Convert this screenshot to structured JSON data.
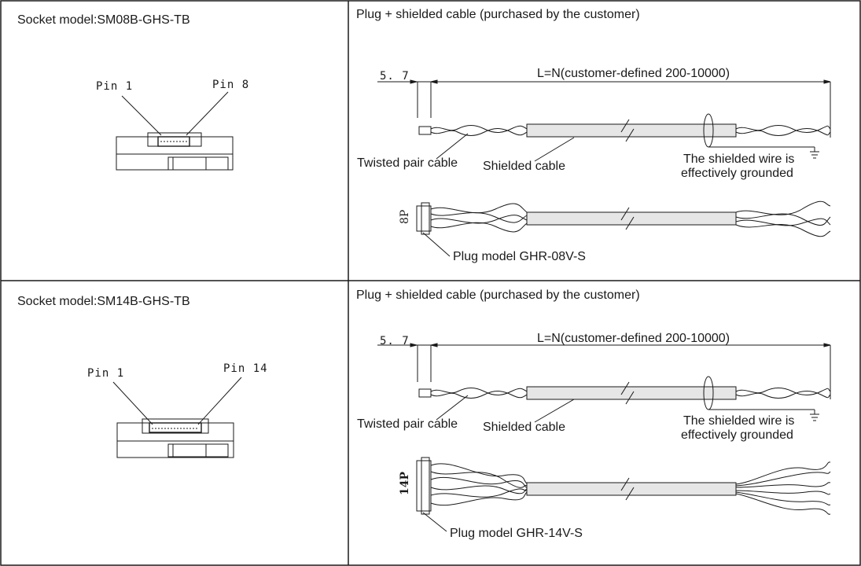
{
  "rows": [
    {
      "socket_label": "Socket model:SM08B-GHS-TB",
      "pin_first": "Pin 1",
      "pin_last": "Pin 8",
      "cable_header": "Plug + shielded cable (purchased by the customer)",
      "dim_small": "5. 7",
      "dim_length": "L=N(customer-defined 200-10000)",
      "twisted_label": "Twisted pair cable",
      "shielded_label": "Shielded cable",
      "ground_label_1": "The shielded wire is",
      "ground_label_2": "effectively grounded",
      "plug_pins": "8P",
      "plug_label": "Plug model GHR-08V-S"
    },
    {
      "socket_label": "Socket model:SM14B-GHS-TB",
      "pin_first": "Pin 1",
      "pin_last": "Pin 14",
      "cable_header": "Plug + shielded cable (purchased by the customer)",
      "dim_small": "5. 7",
      "dim_length": "L=N(customer-defined 200-10000)",
      "twisted_label": "Twisted pair cable",
      "shielded_label": "Shielded cable",
      "ground_label_1": "The shielded wire is",
      "ground_label_2": "effectively grounded",
      "plug_pins": "14P",
      "plug_label": "Plug model GHR-14V-S"
    }
  ],
  "colors": {
    "line": "#1a1a1a",
    "shield_fill": "#e6e6e6"
  }
}
